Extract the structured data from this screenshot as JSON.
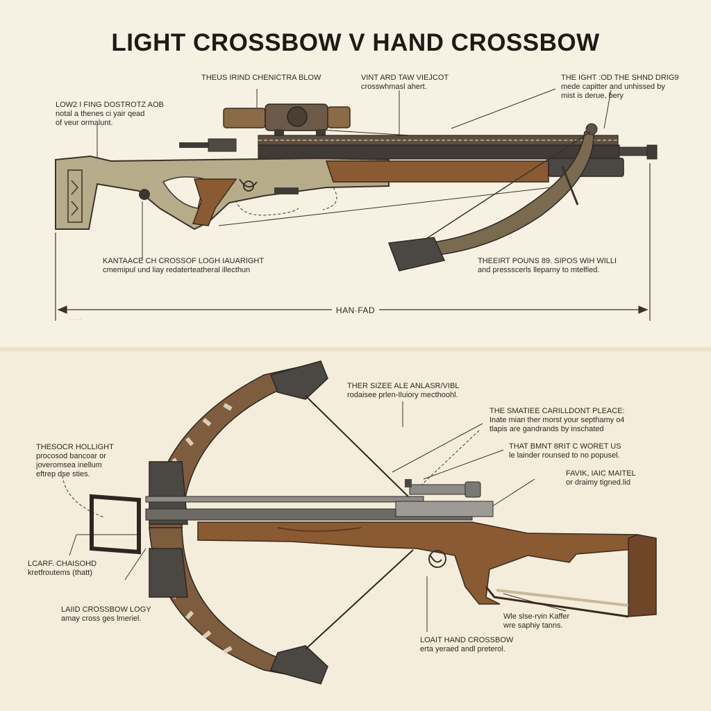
{
  "title": "LIGHT CROSSBOW V HAND CROSSBOW",
  "colors": {
    "background": "#f6f0e2",
    "stock_camo": "#b7ac8a",
    "wood": "#8a5a33",
    "metal": "#4b4844",
    "ink": "#2b241c"
  },
  "top_panel": {
    "dimension_label": "HAN·FAD",
    "callouts": [
      {
        "head": "THEUS IRIND CHENICTRA BLOW",
        "body": ""
      },
      {
        "head": "VINT ARD TAW VIEJCOT",
        "body": "crosswhmasl ahert."
      },
      {
        "head": "THE IGHT :OD THE SHND DRIG9",
        "body": "mede capitter and unhissed by\nmist is derue, bery"
      },
      {
        "head": "LOW2 I FING DOSTROTZ AOB",
        "body": "notal a thenes ci yair qead\nof veur ormalunt."
      },
      {
        "head": "KANTAACE CH CROSSOF LOGH IAUARIGHT",
        "body": "cmemipul und liay redaterteatheral illecthun"
      },
      {
        "head": "THEEIRT POUNS 89. SIPOS WIH WILLI",
        "body": "and pressscerls lleparny to mtelfied."
      }
    ]
  },
  "bottom_panel": {
    "callouts": [
      {
        "head": "THER SIZEE ALE ANLASR/VIBL",
        "body": "rodaisee prlen-Iluiory mecthoohl."
      },
      {
        "head": "THE SMATIEE CARILLDONT PLEACE:",
        "body": "Inate mian ther morst your septhamy o4\ntlapis are gandrands by inschated"
      },
      {
        "head": "THESOCR HOLLIGHT",
        "body": "procosod bancoar or\njoveromsea inellum\neftrep dse sties."
      },
      {
        "head": "THAT BMNT 8RIT C WORET US",
        "body": "le lainder rounsed to no popusel."
      },
      {
        "head": "FAVIK, IAIC MAITEL",
        "body": "or draimy tigned.lid"
      },
      {
        "head": "LCARF. CHAISOHD",
        "body": "kretfroutems (thatt)"
      },
      {
        "head": "LAIID CROSSBOW LOGY",
        "body": "amay cross ges lmeriel."
      },
      {
        "head": "Wle slse-rvin Kaffer",
        "body": "wre saphiy tanns."
      },
      {
        "head": "LOAIT HAND CROSSBOW",
        "body": "erta yeraed andl preterol."
      }
    ]
  }
}
